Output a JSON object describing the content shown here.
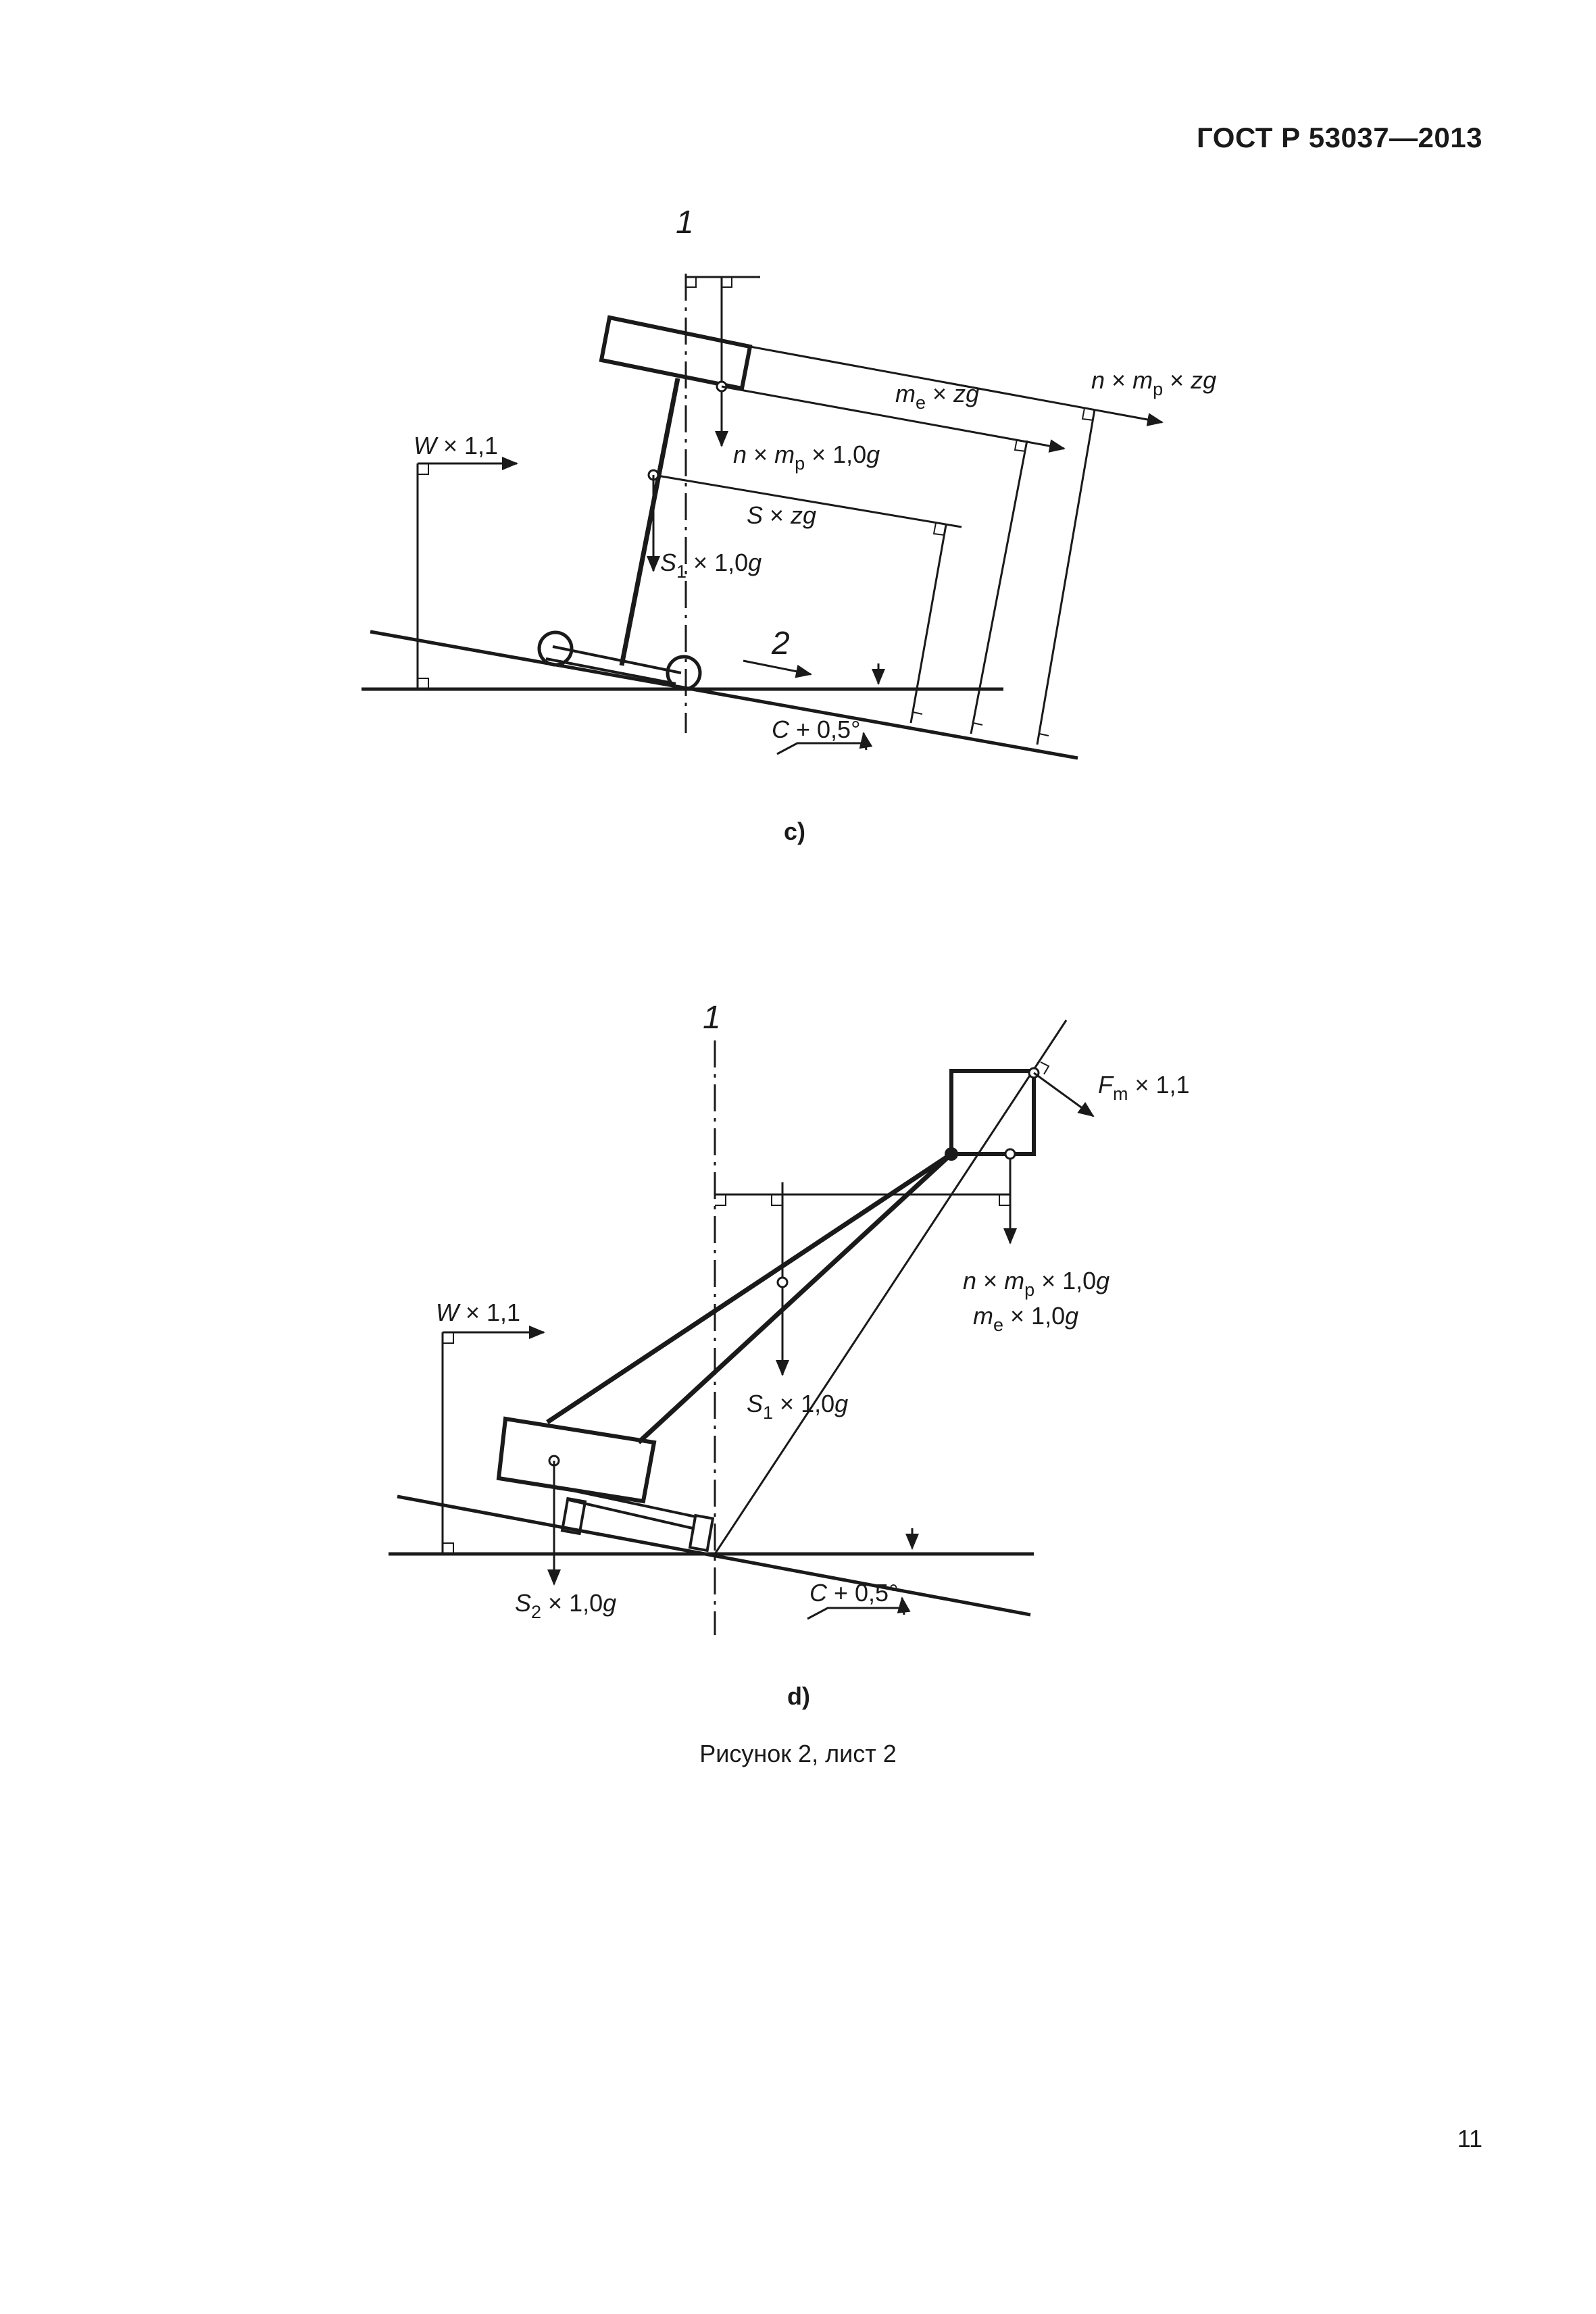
{
  "header": {
    "doc_id": "ГОСТ Р 53037—2013"
  },
  "figure_c": {
    "sublabel": "c)",
    "callout_1": "1",
    "callout_2": "2",
    "lbl_W": {
      "sym": "W",
      "rest": " × 1,1"
    },
    "lbl_n_mp_zg": {
      "n": "n",
      "x1": " × ",
      "m": "m",
      "sub": "p",
      "x2": " × ",
      "zg": "zg"
    },
    "lbl_me_zg": {
      "m": "m",
      "sub": "e",
      "x": " × ",
      "zg": "zg"
    },
    "lbl_n_mp_10g": {
      "n": "n",
      "x1": " × ",
      "m": "m",
      "sub": "p",
      "x2": " × 1,0",
      "g": "g"
    },
    "lbl_S_zg": {
      "S": "S",
      "x": " × ",
      "zg": "zg"
    },
    "lbl_S1_10g": {
      "S": "S",
      "sub": "1",
      "x": " × 1,0",
      "g": "g"
    },
    "lbl_angle": {
      "C": "C",
      "rest": " + 0,5°"
    }
  },
  "figure_d": {
    "sublabel": "d)",
    "callout_1": "1",
    "lbl_W": {
      "sym": "W",
      "rest": " × 1,1"
    },
    "lbl_Fm": {
      "F": "F",
      "sub": "m",
      "rest": " × 1,1"
    },
    "lbl_n_mp_10g": {
      "n": "n",
      "x1": " × ",
      "m": "m",
      "sub": "p",
      "x2": " × 1,0",
      "g": "g"
    },
    "lbl_me_10g": {
      "m": "m",
      "sub": "e",
      "x": " × 1,0",
      "g": "g"
    },
    "lbl_S1_10g": {
      "S": "S",
      "sub": "1",
      "x": " × 1,0",
      "g": "g"
    },
    "lbl_S2_10g": {
      "S": "S",
      "sub": "2",
      "x": " × 1,0",
      "g": "g"
    },
    "lbl_angle": {
      "C": "C",
      "rest": " + 0,5°"
    }
  },
  "caption": "Рисунок 2, лист 2",
  "page_number": "11"
}
